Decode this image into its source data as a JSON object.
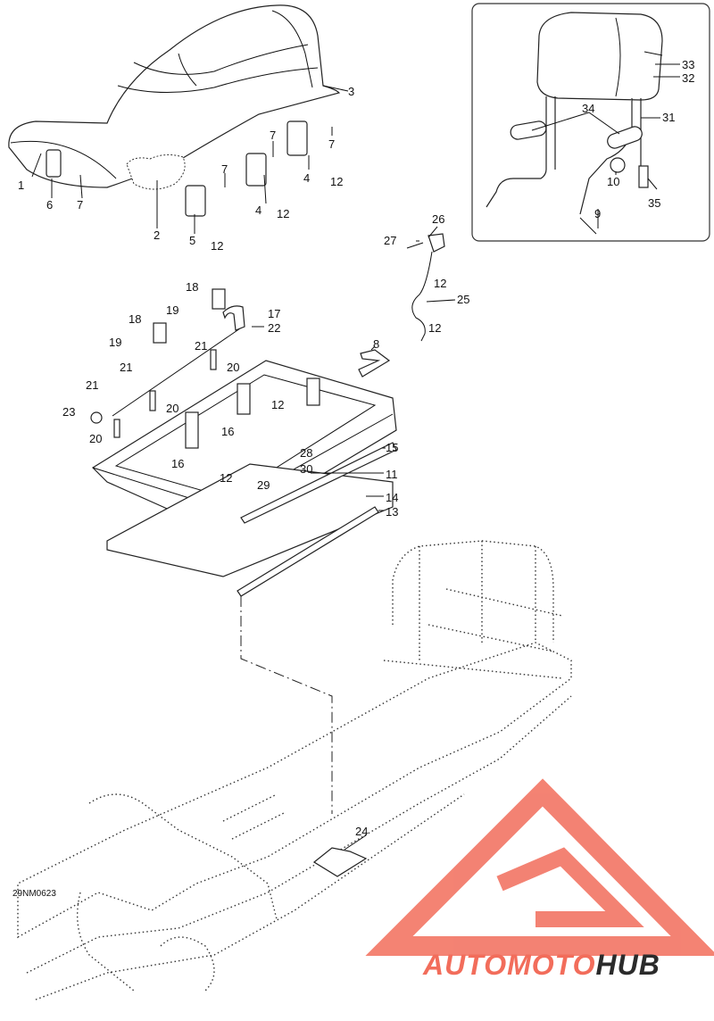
{
  "diagram": {
    "code": "29NM0623",
    "callouts": [
      {
        "id": "c1",
        "text": "1"
      },
      {
        "id": "c2",
        "text": "2"
      },
      {
        "id": "c3",
        "text": "3"
      },
      {
        "id": "c4a",
        "text": "4"
      },
      {
        "id": "c4b",
        "text": "4"
      },
      {
        "id": "c5",
        "text": "5"
      },
      {
        "id": "c6",
        "text": "6"
      },
      {
        "id": "c7a",
        "text": "7"
      },
      {
        "id": "c7b",
        "text": "7"
      },
      {
        "id": "c7c",
        "text": "7"
      },
      {
        "id": "c7d",
        "text": "7"
      },
      {
        "id": "c8",
        "text": "8"
      },
      {
        "id": "c9",
        "text": "9"
      },
      {
        "id": "c10",
        "text": "10"
      },
      {
        "id": "c11",
        "text": "11"
      },
      {
        "id": "c12a",
        "text": "12"
      },
      {
        "id": "c12b",
        "text": "12"
      },
      {
        "id": "c12c",
        "text": "12"
      },
      {
        "id": "c12d",
        "text": "12"
      },
      {
        "id": "c12e",
        "text": "12"
      },
      {
        "id": "c12f",
        "text": "12"
      },
      {
        "id": "c12g",
        "text": "12"
      },
      {
        "id": "c13",
        "text": "13"
      },
      {
        "id": "c14",
        "text": "14"
      },
      {
        "id": "c15",
        "text": "15"
      },
      {
        "id": "c16a",
        "text": "16"
      },
      {
        "id": "c16b",
        "text": "16"
      },
      {
        "id": "c17",
        "text": "17"
      },
      {
        "id": "c18a",
        "text": "18"
      },
      {
        "id": "c18b",
        "text": "18"
      },
      {
        "id": "c19a",
        "text": "19"
      },
      {
        "id": "c19b",
        "text": "19"
      },
      {
        "id": "c20a",
        "text": "20"
      },
      {
        "id": "c20b",
        "text": "20"
      },
      {
        "id": "c20c",
        "text": "20"
      },
      {
        "id": "c21a",
        "text": "21"
      },
      {
        "id": "c21b",
        "text": "21"
      },
      {
        "id": "c21c",
        "text": "21"
      },
      {
        "id": "c22",
        "text": "22"
      },
      {
        "id": "c23",
        "text": "23"
      },
      {
        "id": "c24",
        "text": "24"
      },
      {
        "id": "c25",
        "text": "25"
      },
      {
        "id": "c26",
        "text": "26"
      },
      {
        "id": "c27",
        "text": "27"
      },
      {
        "id": "c28",
        "text": "28"
      },
      {
        "id": "c29",
        "text": "29"
      },
      {
        "id": "c30",
        "text": "30"
      },
      {
        "id": "c31",
        "text": "31"
      },
      {
        "id": "c32",
        "text": "32"
      },
      {
        "id": "c33",
        "text": "33"
      },
      {
        "id": "c34",
        "text": "34"
      },
      {
        "id": "c35",
        "text": "35"
      }
    ]
  },
  "watermark": {
    "brand": "AUTOMOTOHUB",
    "brand_color": "#f26d5b",
    "brand_dark": "#2b2b2b"
  }
}
